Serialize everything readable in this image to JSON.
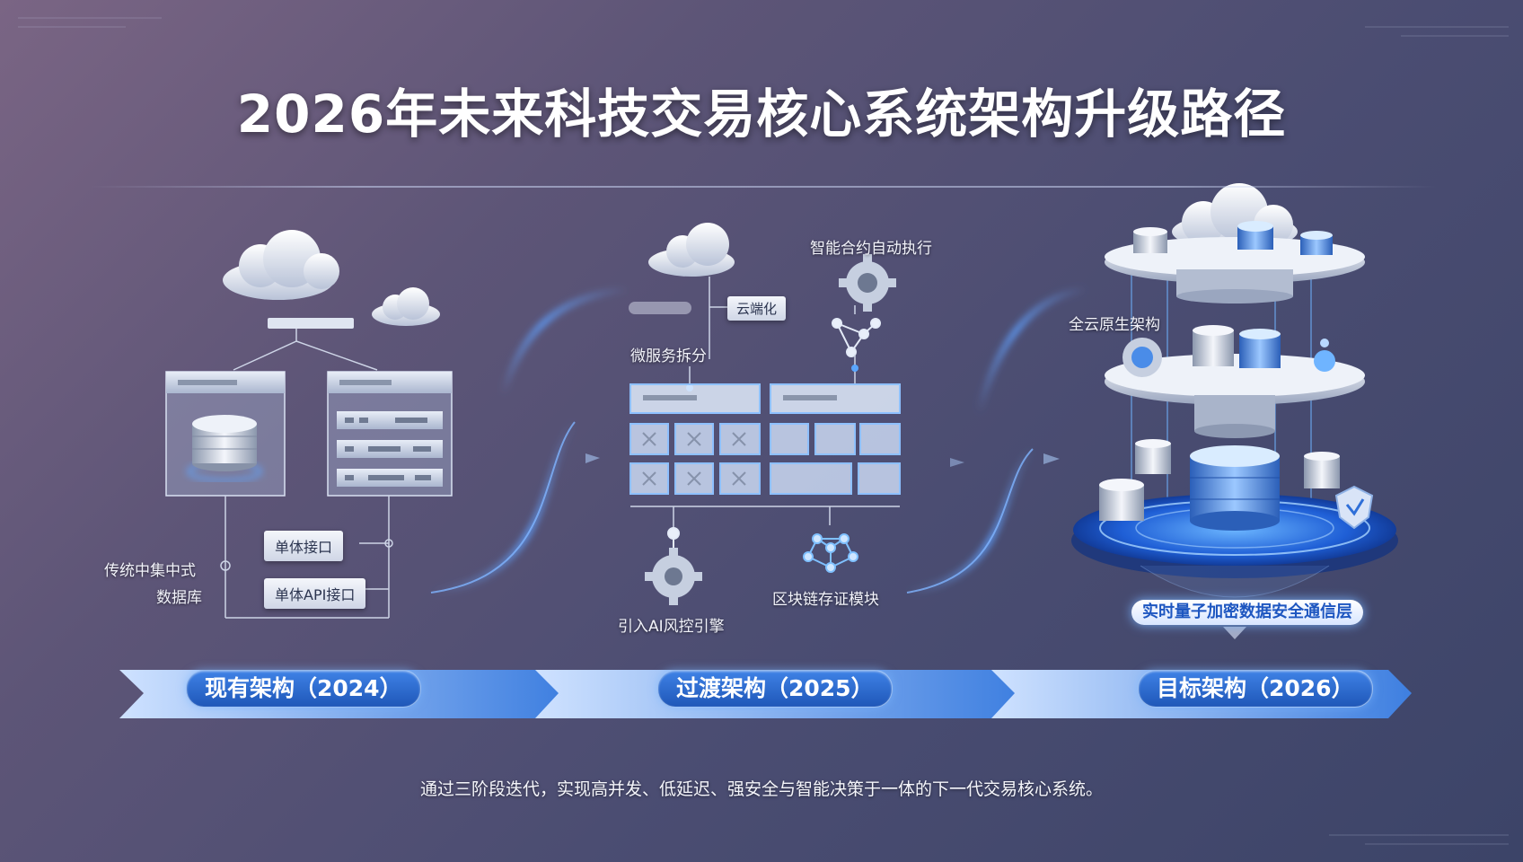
{
  "title": "2026年未来科技交易核心系统架构升级路径",
  "stages": [
    {
      "label": "现有架构（2024）"
    },
    {
      "label": "过渡架构（2025）"
    },
    {
      "label": "目标架构（2026）"
    }
  ],
  "stage1": {
    "db_caption_line1": "传统中集中式",
    "db_caption_line2": "数据库",
    "tag_single": "单体接口",
    "tag_api": "单体API接口"
  },
  "stage2": {
    "cloud_tag": "云端化",
    "microservice_caption": "微服务拆分",
    "smart_contract_caption": "智能合约自动执行",
    "ai_caption": "引入AI风控引擎",
    "blockchain_caption": "区块链存证模块"
  },
  "stage3": {
    "cloud_native_caption": "全云原生架构",
    "quantum_layer": "实时量子加密数据安全通信层"
  },
  "summary": "通过三阶段迭代，实现高并发、低延迟、强安全与智能决策于一体的下一代交易核心系统。",
  "colors": {
    "accent": "#2f6fd8",
    "glow": "#6fb4ff"
  },
  "icons": [
    "cloud-icon",
    "database-icon",
    "server-icon",
    "gear-icon",
    "network-icon",
    "blockchain-icon",
    "shield-icon"
  ]
}
